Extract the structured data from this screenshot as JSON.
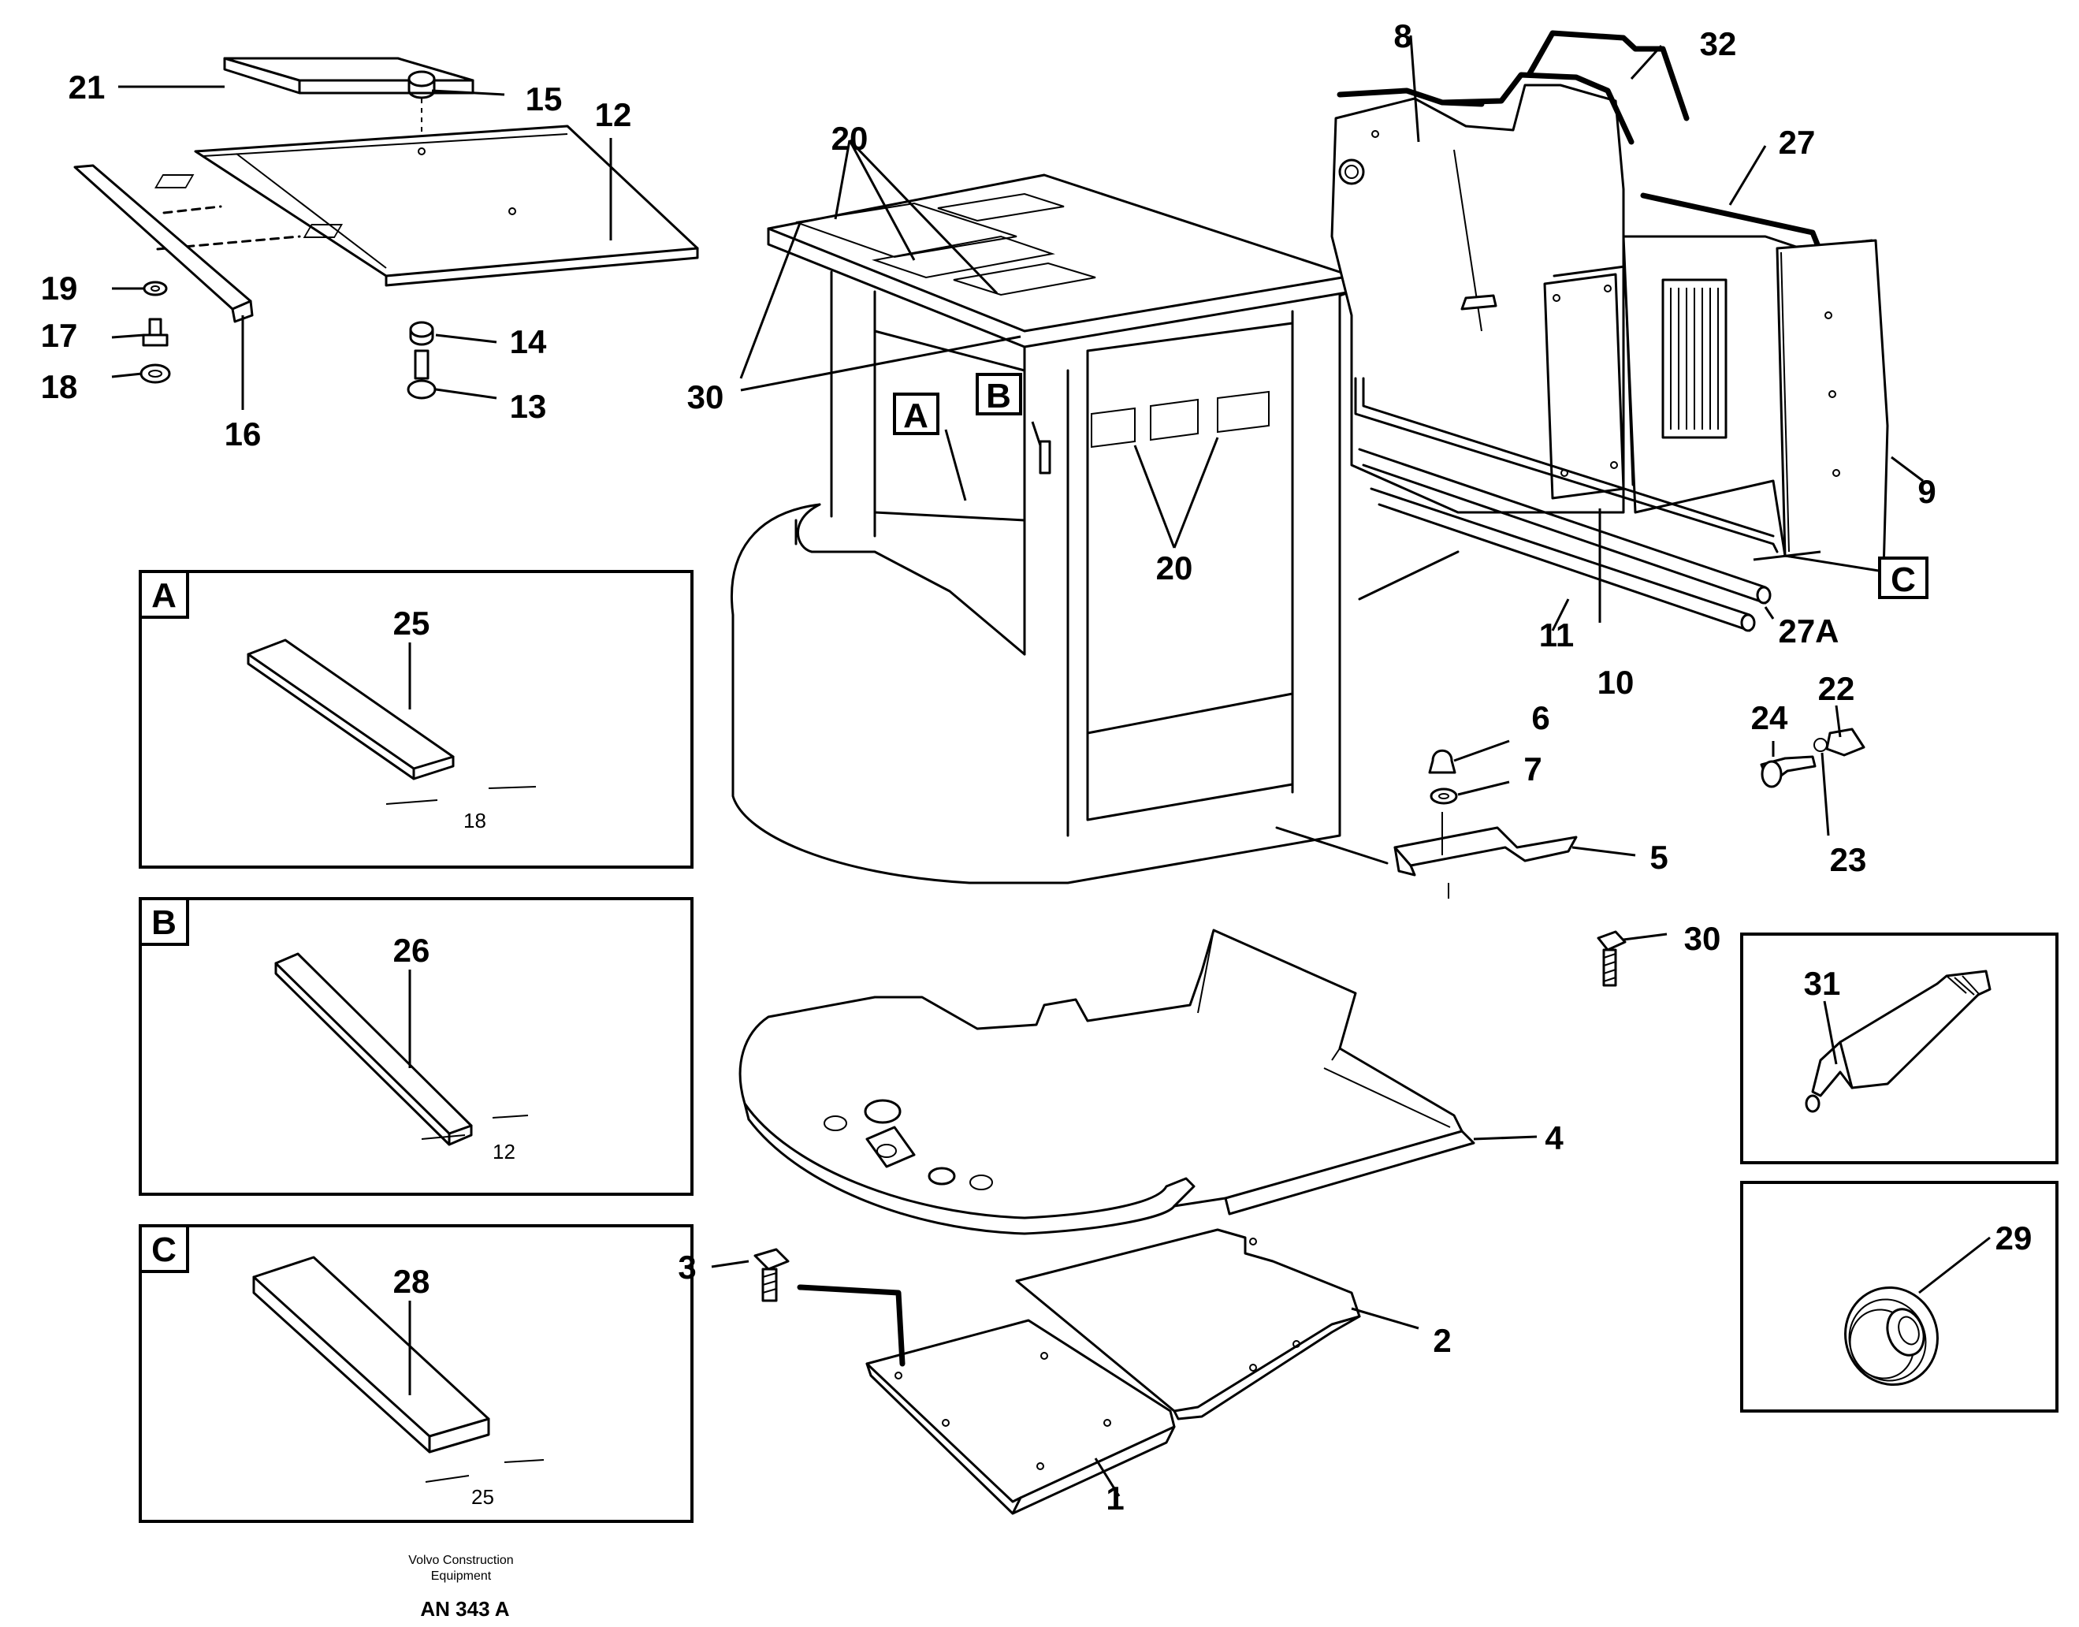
{
  "callouts": {
    "c1": "1",
    "c2": "2",
    "c3": "3",
    "c4": "4",
    "c5": "5",
    "c6": "6",
    "c7": "7",
    "c8": "8",
    "c9": "9",
    "c10": "10",
    "c11": "11",
    "c12": "12",
    "c13": "13",
    "c14": "14",
    "c15": "15",
    "c16": "16",
    "c17": "17",
    "c18": "18",
    "c19": "19",
    "c20a": "20",
    "c20b": "20",
    "c21": "21",
    "c22": "22",
    "c23": "23",
    "c24": "24",
    "c25": "25",
    "c26": "26",
    "c27": "27",
    "c27a": "27A",
    "c28": "28",
    "c29": "29",
    "c30a": "30",
    "c30b": "30",
    "c31": "31",
    "c32": "32"
  },
  "detail_boxes": {
    "a": {
      "letter": "A",
      "dimension": "18"
    },
    "b": {
      "letter": "B",
      "dimension": "12"
    },
    "c": {
      "letter": "C",
      "dimension": "25"
    }
  },
  "reference_boxes": {
    "a": "A",
    "b": "B",
    "c": "C"
  },
  "footer": {
    "line1": "Volvo Construction",
    "line2": "Equipment",
    "code": "AN 343 A"
  }
}
